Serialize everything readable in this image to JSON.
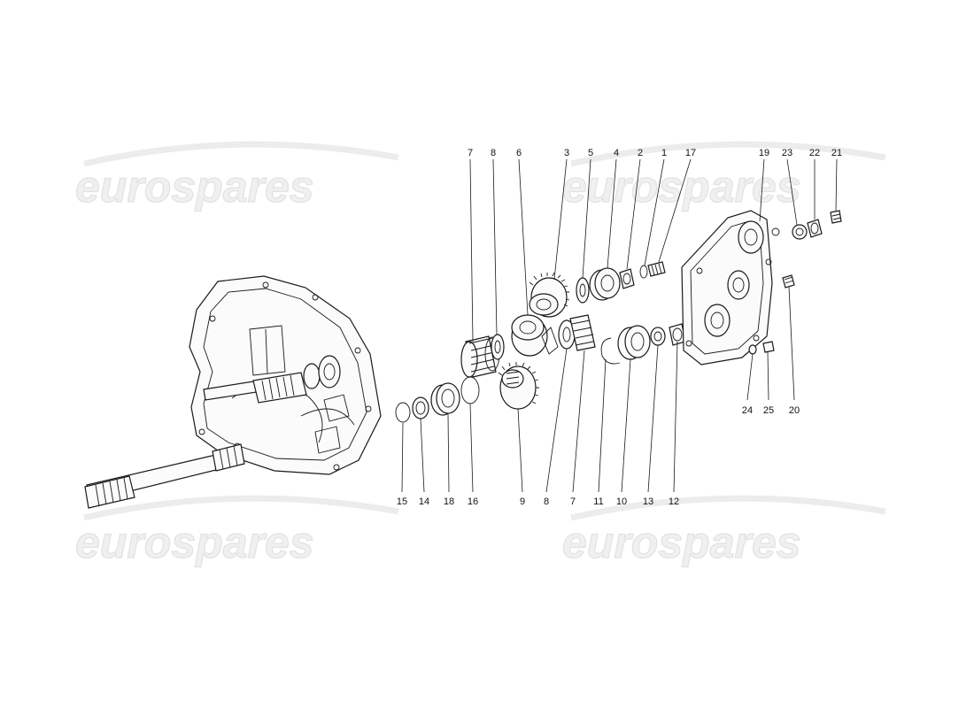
{
  "watermark": {
    "text": "eurospares",
    "positions": [
      "top-left",
      "top-right",
      "bottom-left",
      "bottom-right"
    ]
  },
  "labels": [
    "7",
    "8",
    "6",
    "3",
    "5",
    "4",
    "2",
    "1",
    "17",
    "19",
    "23",
    "22",
    "21",
    "20",
    "24",
    "25",
    "15",
    "14",
    "18",
    "16",
    "9",
    "8",
    "7",
    "11",
    "10",
    "13",
    "12"
  ]
}
